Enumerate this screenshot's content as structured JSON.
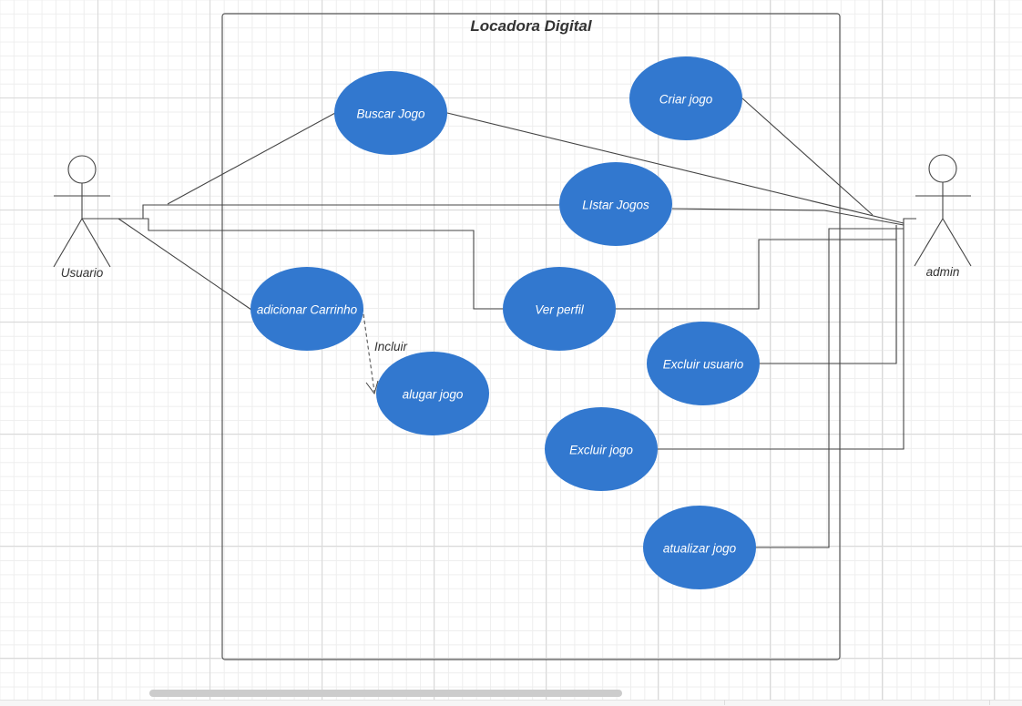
{
  "diagram": {
    "title": "Locadora Digital",
    "colors": {
      "usecase_fill": "#3278cf",
      "line": "#444444",
      "frame": "#555555"
    }
  },
  "actors": {
    "usuario": {
      "label": "Usuario",
      "icon": "stick-figure-icon"
    },
    "admin": {
      "label": "admin",
      "icon": "stick-figure-icon"
    }
  },
  "use_cases": {
    "buscar_jogo": "Buscar Jogo",
    "criar_jogo": "Criar jogo",
    "listar_jogos": "LIstar Jogos",
    "adicionar_carrinho": "adicionar Carrinho",
    "ver_perfil": "Ver perfil",
    "alugar_jogo": "alugar jogo",
    "excluir_usuario": "Excluir usuario",
    "excluir_jogo": "Excluir jogo",
    "atualizar_jogo": "atualizar jogo"
  },
  "relations": {
    "include_label": "Incluir"
  }
}
